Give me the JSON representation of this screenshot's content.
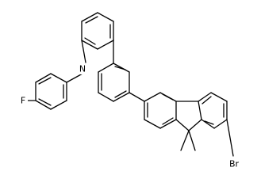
{
  "molecule": {
    "atom_labels": {
      "nitrogen": "N",
      "fluorine": "F",
      "bromine": "Br"
    },
    "colors": {
      "bond": "#000000",
      "text": "#000000",
      "background": "#ffffff"
    }
  }
}
